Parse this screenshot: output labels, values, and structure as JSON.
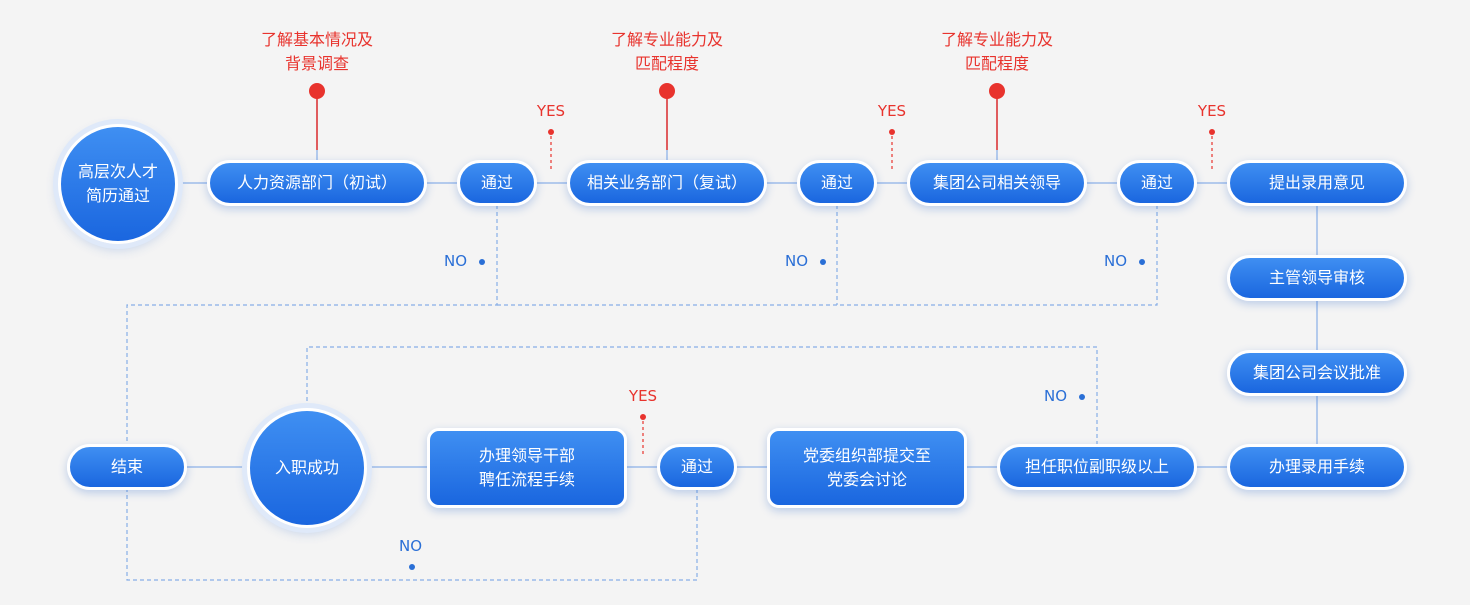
{
  "colors": {
    "node": "#2a76e8",
    "line": "#9dbcea",
    "dash": "#86aee6",
    "red": "#e8332d",
    "blue_text": "#2a6fd6"
  },
  "nodes": {
    "start": "高层次人才\n简历通过",
    "hr": "人力资源部门（初试）",
    "pass1": "通过",
    "dept": "相关业务部门（复试）",
    "pass2": "通过",
    "group_lead": "集团公司相关领导",
    "pass3": "通过",
    "propose": "提出录用意见",
    "supervisor": "主管领导审核",
    "meeting": "集团公司会议批准",
    "procedure": "办理录用手续",
    "vice_post": "担任职位副职级以上",
    "party": "党委组织部提交至\n党委会讨论",
    "pass4": "通过",
    "appoint": "办理领导干部\n聘任流程手续",
    "onboard": "入职成功",
    "end": "结束"
  },
  "notes": {
    "n1": "了解基本情况及\n背景调查",
    "n2": "了解专业能力及\n匹配程度",
    "n3": "了解专业能力及\n匹配程度"
  },
  "labels": {
    "yes": "YES",
    "no": "NO"
  }
}
